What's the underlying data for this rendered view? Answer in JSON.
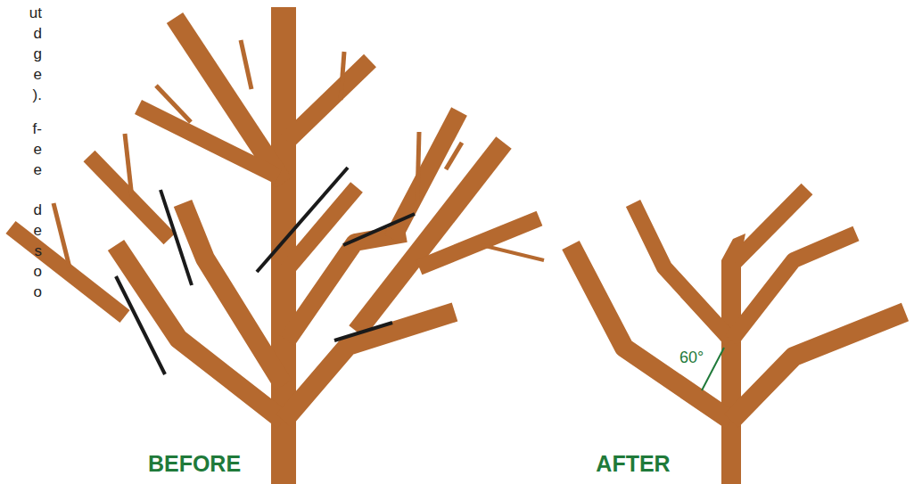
{
  "diagram": {
    "labels": [
      "BEFORE",
      "AFTER",
      "60°",
      "ut",
      "d",
      "g",
      "e",
      ").",
      "f-",
      "e",
      "e",
      "d",
      "e",
      "s",
      "o",
      "o"
    ]
  }
}
